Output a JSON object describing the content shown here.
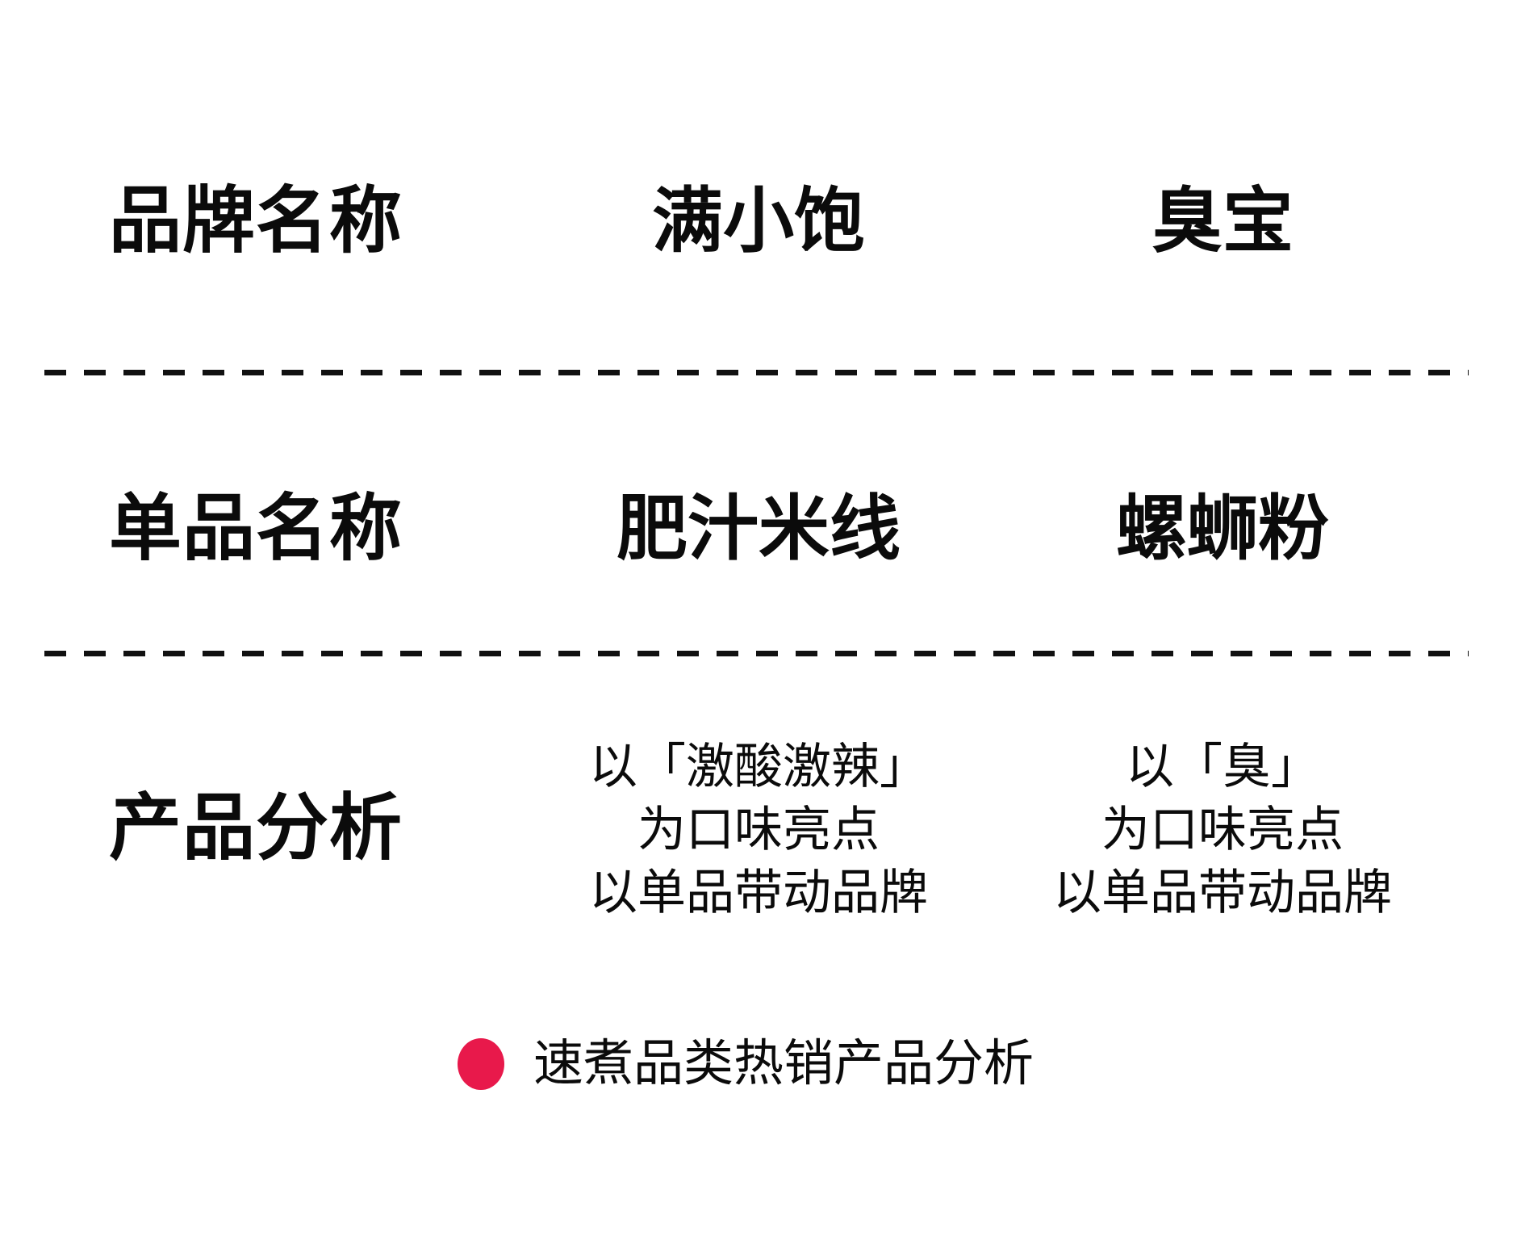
{
  "table": {
    "rows": [
      {
        "label": "品牌名称",
        "brand_a": "满小饱",
        "brand_b": "臭宝"
      },
      {
        "label": "单品名称",
        "brand_a": "肥汁米线",
        "brand_b": "螺蛳粉"
      },
      {
        "label": "产品分析",
        "brand_a_lines": [
          "以「激酸激辣」",
          "为口味亮点",
          "以单品带动品牌"
        ],
        "brand_b_lines": [
          "以「臭」",
          "为口味亮点",
          "以单品带动品牌"
        ]
      }
    ]
  },
  "legend": {
    "caption": "速煮品类热销产品分析",
    "marker_color": "#E8194B"
  },
  "colors": {
    "text": "#0b0b0b",
    "divider": "#111111",
    "background": "#ffffff"
  }
}
